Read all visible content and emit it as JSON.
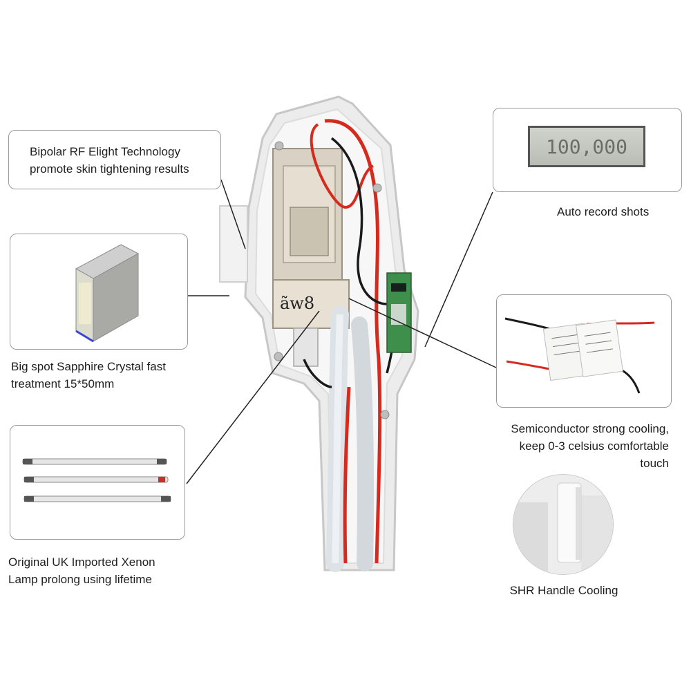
{
  "callouts": {
    "rf": {
      "lines": [
        "Bipolar RF Elight Technology",
        "promote skin tightening results"
      ]
    },
    "counter": {
      "display": "100,000",
      "caption": "Auto record shots"
    },
    "sapphire": {
      "lines": [
        "Big spot Sapphire Crystal fast",
        "treatment 15*50mm"
      ]
    },
    "cooling": {
      "lines": [
        "Semiconductor strong cooling,",
        "keep 0-3 celsius comfortable",
        "touch"
      ]
    },
    "lamp": {
      "lines": [
        "Original UK Imported Xenon",
        "Lamp prolong using lifetime"
      ]
    },
    "shr": {
      "caption": "SHR Handle  Cooling"
    }
  },
  "handle_marking": "ãw8",
  "colors": {
    "frame": "#9a9a9a",
    "wire_red": "#d62a1e",
    "wire_black": "#1a1a1a",
    "shell": "#eeeeee"
  }
}
